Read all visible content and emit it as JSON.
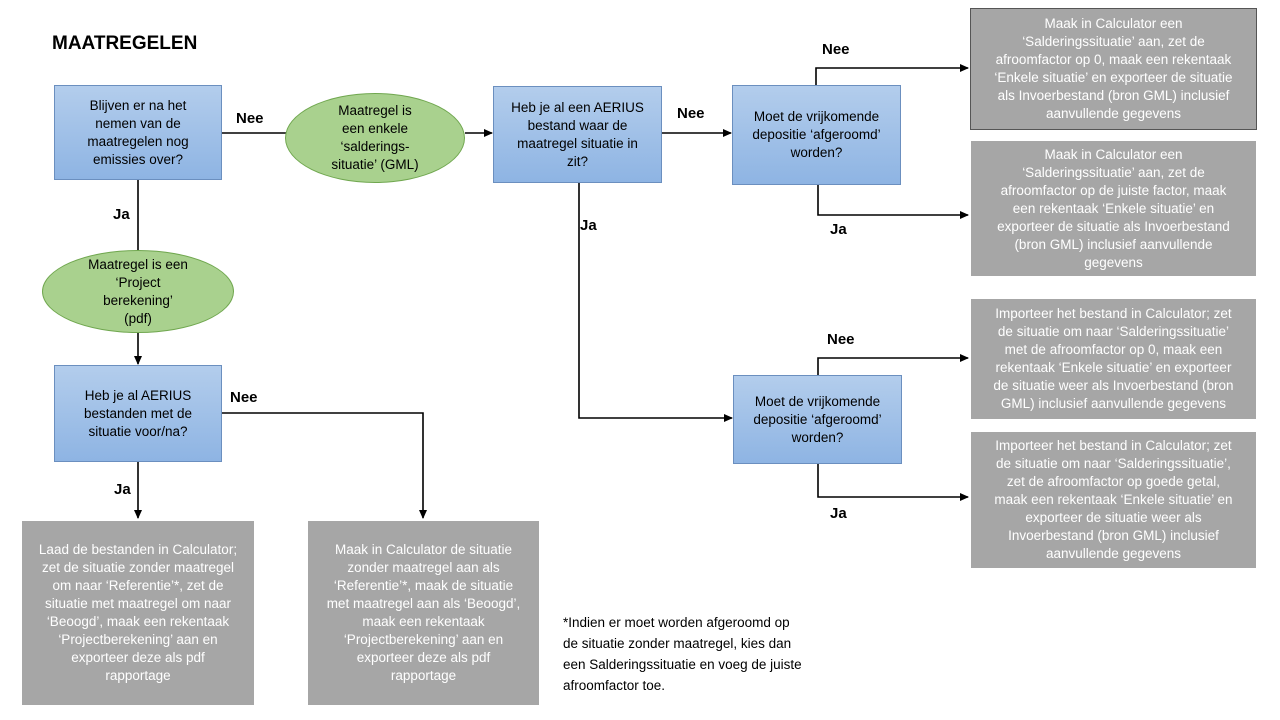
{
  "title": "MAATREGELEN",
  "nodes": {
    "q_emissions": "Blijven er na het\nnemen van de\nmaatregelen nog\nemissies over?",
    "single_situation": "Maatregel is\neen enkele\n‘salderings-\nsituatie’ (GML)",
    "project_calc": "Maatregel is een\n‘Project\nberekening’\n(pdf)",
    "q_aerius_files": "Heb je al AERIUS\nbestanden met de\nsituatie voor/na?",
    "q_aerius_bestand": "Heb je al een AERIUS\nbestand waar de\nmaatregel situatie in\nzit?",
    "q_rounding_top": "Moet de vrijkomende\ndepositie ‘afgeroomd’\nworden?",
    "q_rounding_bottom": "Moet de vrijkomende\ndepositie ‘afgeroomd’\nworden?",
    "action_load_files": "Laad de bestanden in Calculator;\nzet de situatie zonder maatregel\nom naar ‘Referentie’*, zet de\nsituatie met maatregel om naar\n‘Beoogd’, maak een rekentaak\n‘Projectberekening’ aan en\nexporteer deze als pdf\nrapportage",
    "action_create_situations": "Maak in Calculator de situatie\nzonder maatregel aan als\n‘Referentie’*, maak de situatie\nmet maatregel aan als ‘Beoogd’,\nmaak een rekentaak\n‘Projectberekening’ aan en\nexporteer deze als pdf\nrapportage",
    "action_top_nee": "Maak in Calculator een\n‘Salderingssituatie’ aan, zet de\nafroomfactor op 0, maak een rekentaak\n‘Enkele situatie’ en exporteer de situatie\nals Invoerbestand (bron GML) inclusief\naanvullende gegevens",
    "action_top_ja": "Maak in Calculator een\n‘Salderingssituatie’ aan, zet de\nafroomfactor op de juiste factor, maak\neen rekentaak ‘Enkele situatie’ en\nexporteer de situatie als Invoerbestand\n(bron GML) inclusief aanvullende\ngegevens",
    "action_bottom_nee": "Importeer het bestand in Calculator; zet\nde situatie om naar ‘Salderingssituatie’\nmet de afroomfactor op 0, maak een\nrekentaak ‘Enkele situatie’ en  exporteer\nde situatie weer als Invoerbestand (bron\nGML) inclusief aanvullende gegevens",
    "action_bottom_ja": "Importeer het bestand in Calculator; zet\nde situatie om naar ‘Salderingssituatie’,\nzet de afroomfactor op goede getal,\nmaak een rekentaak ‘Enkele situatie’ en\nexporteer de situatie weer als\nInvoerbestand (bron GML) inclusief\naanvullende gegevens"
  },
  "labels": {
    "nee_1": "Nee",
    "ja_1": "Ja",
    "nee_2": "Nee",
    "ja_2": "Ja",
    "nee_3": "Nee",
    "ja_3": "Ja",
    "nee_4": "Nee",
    "ja_4": "Ja",
    "nee_5": "Nee",
    "ja_5": "Ja"
  },
  "footnote": "*Indien er moet worden afgeroomd op\nde situatie zonder maatregel, kies dan\neen Salderingssituatie en voeg de juiste\nafroomfactor toe."
}
